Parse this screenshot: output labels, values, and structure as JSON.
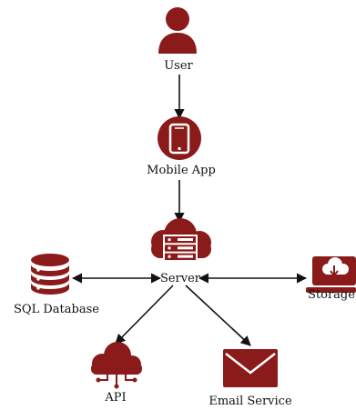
{
  "colors": {
    "icon": "#8B1A1A",
    "edge": "#111111",
    "background": "#ffffff"
  },
  "nodes": [
    {
      "id": "user",
      "label": "User",
      "icon": "person-icon"
    },
    {
      "id": "mobile",
      "label": "Mobile App",
      "icon": "smartphone-icon"
    },
    {
      "id": "server",
      "label": "Server",
      "icon": "cloud-server-icon"
    },
    {
      "id": "db",
      "label": "SQL Database",
      "icon": "database-icon"
    },
    {
      "id": "storage",
      "label": "Storage",
      "icon": "cloud-storage-laptop-icon"
    },
    {
      "id": "api",
      "label": "API",
      "icon": "cloud-network-icon"
    },
    {
      "id": "email",
      "label": "Email Service",
      "icon": "envelope-icon"
    }
  ],
  "edges": [
    {
      "from": "user",
      "to": "mobile",
      "direction": "forward"
    },
    {
      "from": "mobile",
      "to": "server",
      "direction": "forward"
    },
    {
      "from": "server",
      "to": "db",
      "direction": "both"
    },
    {
      "from": "server",
      "to": "storage",
      "direction": "both"
    },
    {
      "from": "server",
      "to": "api",
      "direction": "forward"
    },
    {
      "from": "server",
      "to": "email",
      "direction": "forward"
    }
  ]
}
